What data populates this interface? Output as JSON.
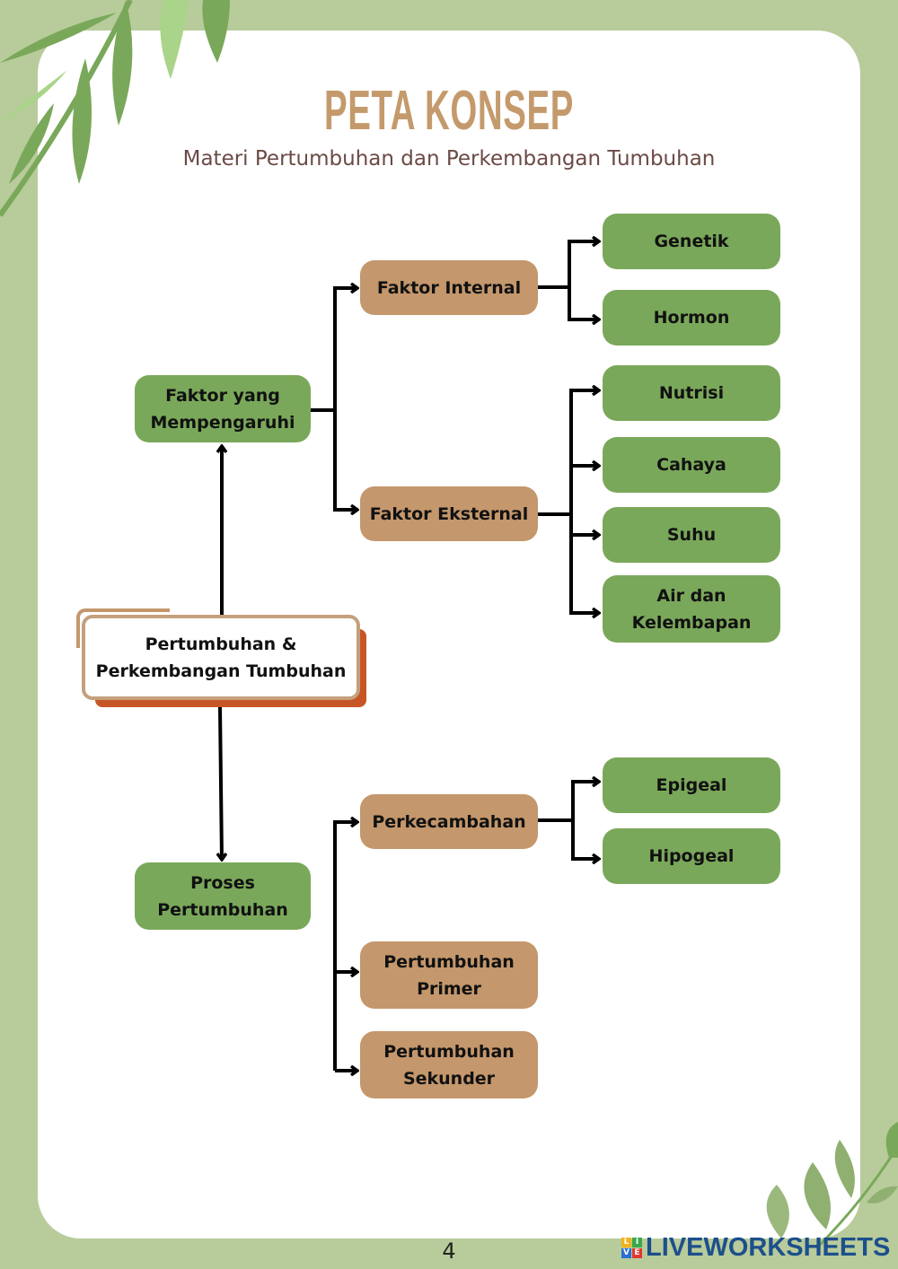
{
  "header": {
    "title": "PETA KONSEP",
    "subtitle": "Materi Pertumbuhan dan Perkembangan Tumbuhan"
  },
  "colors": {
    "background": "#b8cb9a",
    "green_node": "#7aa85a",
    "tan_node": "#c4976c",
    "root_shadow": "#c75627",
    "title": "#c49a6c",
    "subtitle": "#6b4a45"
  },
  "root": {
    "label": "Pertumbuhan & Perkembangan Tumbuhan"
  },
  "branches": {
    "faktor": {
      "label": "Faktor yang Mempengaruhi",
      "internal": {
        "label": "Faktor Internal",
        "children": [
          "Genetik",
          "Hormon"
        ]
      },
      "eksternal": {
        "label": "Faktor Eksternal",
        "children": [
          "Nutrisi",
          "Cahaya",
          "Suhu",
          "Air dan Kelembapan"
        ]
      }
    },
    "proses": {
      "label": "Proses Pertumbuhan",
      "perkecambahan": {
        "label": "Perkecambahan",
        "children": [
          "Epigeal",
          "Hipogeal"
        ]
      },
      "primer": {
        "label": "Pertumbuhan Primer"
      },
      "sekunder": {
        "label": "Pertumbuhan Sekunder"
      }
    }
  },
  "footer": {
    "page_number": "4",
    "brand": "LIVEWORKSHEETS",
    "brand_logo_letters": [
      "L",
      "I",
      "V",
      "E"
    ]
  }
}
